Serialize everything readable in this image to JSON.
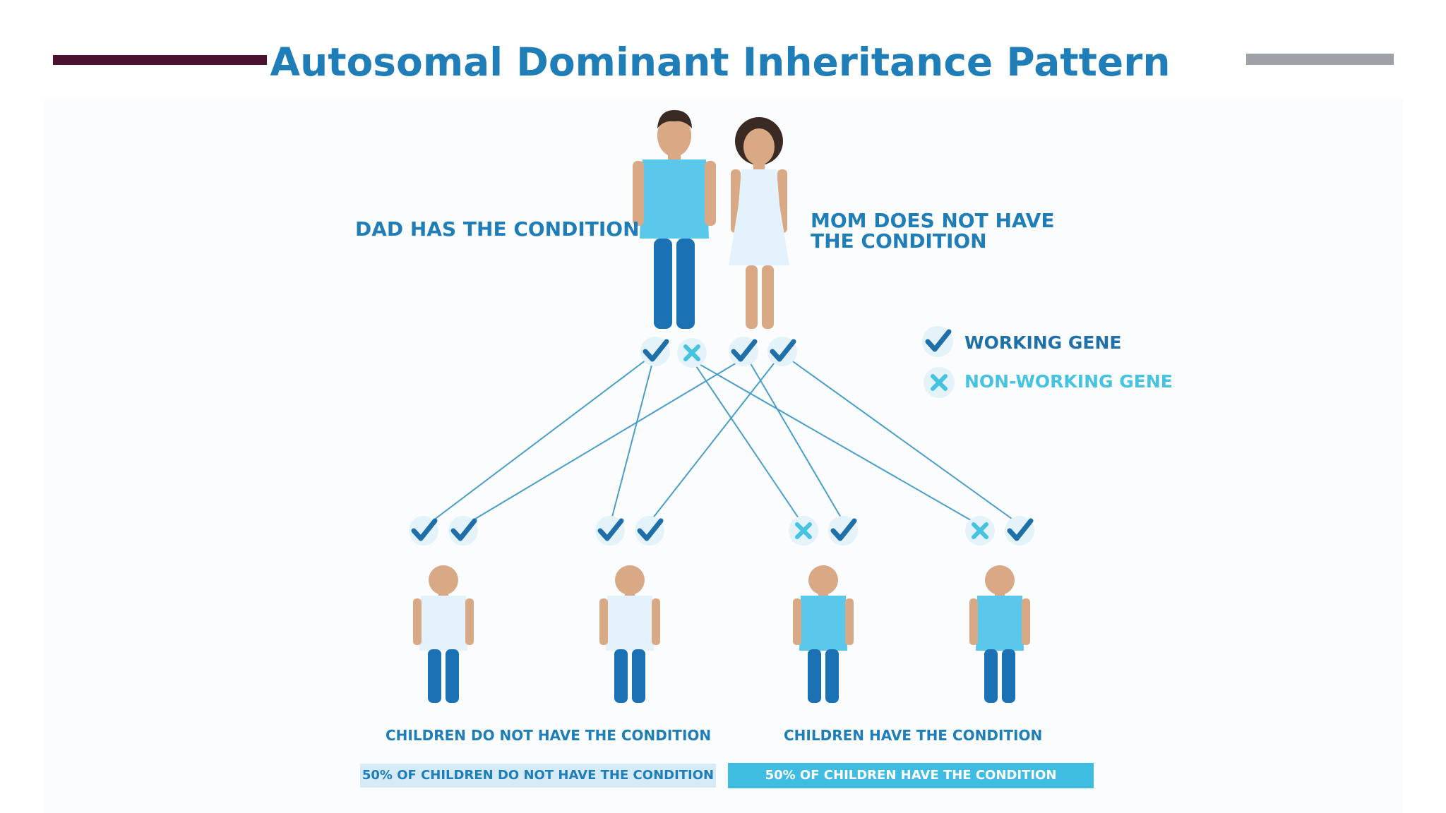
{
  "title": "Autosomal Dominant Inheritance Pattern",
  "parents": {
    "dad_label": "DAD HAS THE CONDITION",
    "mom_label": "MOM DOES NOT HAVE\nTHE CONDITION"
  },
  "legend": {
    "working": "WORKING GENE",
    "non_working": "NON-WORKING GENE"
  },
  "captions": {
    "left": "CHILDREN DO NOT HAVE THE CONDITION",
    "right": "CHILDREN HAVE THE CONDITION"
  },
  "summary_bars": {
    "left": "50% OF CHILDREN DO NOT HAVE THE CONDITION",
    "right": "50% OF CHILDREN HAVE THE CONDITION"
  },
  "genes": {
    "dad": [
      "working",
      "non-working"
    ],
    "mom": [
      "working",
      "working"
    ],
    "children": [
      [
        "working",
        "working"
      ],
      [
        "working",
        "working"
      ],
      [
        "non-working",
        "working"
      ],
      [
        "non-working",
        "working"
      ]
    ]
  },
  "colors": {
    "title": "#1f7db8",
    "working": "#1f6fa8",
    "non_working": "#45c3e0",
    "accent_dark": "#4a1131",
    "accent_gray": "#9ea2a8",
    "affected_shirt": "#5ac8ea",
    "unaffected_shirt": "#e3f2fb",
    "pants": "#1a72b5",
    "skin": "#d9a884"
  }
}
